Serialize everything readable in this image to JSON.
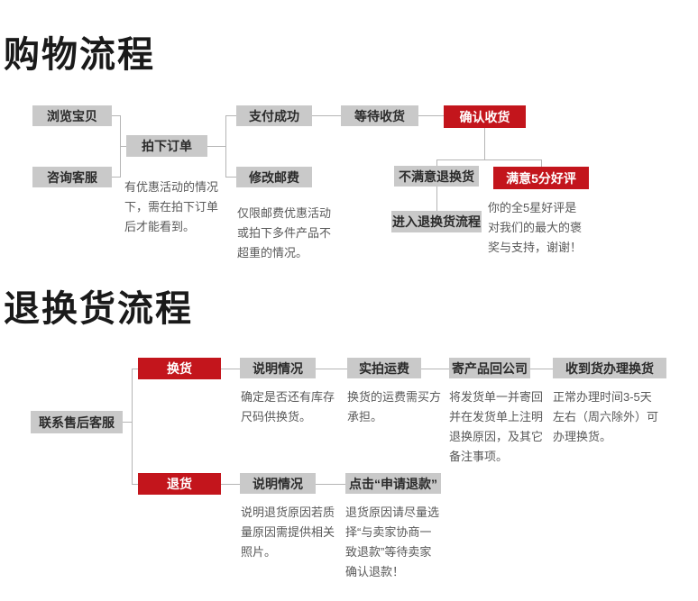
{
  "colors": {
    "accent_red": "#c3151c",
    "box_gray": "#c9c9c9",
    "box_text": "#2b2b2b",
    "note_text": "#595959",
    "connector": "#b5b5b5",
    "title_text": "#1a1a1a"
  },
  "section1": {
    "title": "购物流程",
    "nodes": {
      "browse": "浏览宝贝",
      "consult": "咨询客服",
      "order": "拍下订单",
      "pay": "支付成功",
      "postage": "修改邮费",
      "wait": "等待收货",
      "confirm": "确认收货",
      "unsatisfied": "不满意退换货",
      "satisfied": "满意5分好评",
      "enter_return": "进入退换货流程"
    },
    "notes": {
      "order_note": "有优惠活动的情况\n下，需在拍下订单\n后才能看到。",
      "postage_note": "仅限邮费优惠活动\n或拍下多件产品不\n超重的情况。",
      "satisfied_note": "你的全5星好评是\n对我们的最大的褒\n奖与支持，谢谢！"
    }
  },
  "section2": {
    "title": "退换货流程",
    "nodes": {
      "contact": "联系售后客服",
      "exchange": "换货",
      "return": "退货",
      "explain_exchange": "说明情况",
      "shipping": "实拍运费",
      "send_back": "寄产品回公司",
      "receive": "收到货办理换货",
      "explain_return": "说明情况",
      "click_refund": "点击“申请退款”"
    },
    "notes": {
      "explain_exchange_note": "确定是否还有库存\n尺码供换货。",
      "shipping_note": "换货的运费需买方\n承担。",
      "send_back_note": "将发货单一并寄回\n并在发货单上注明\n退换原因，及其它\n备注事项。",
      "receive_note": "正常办理时间3-5天\n左右（周六除外）可\n办理换货。",
      "explain_return_note": "说明退货原因若质\n量原因需提供相关\n照片。",
      "click_refund_note": "退货原因请尽量选\n择“与卖家协商一\n致退款”等待卖家\n确认退款！"
    }
  }
}
